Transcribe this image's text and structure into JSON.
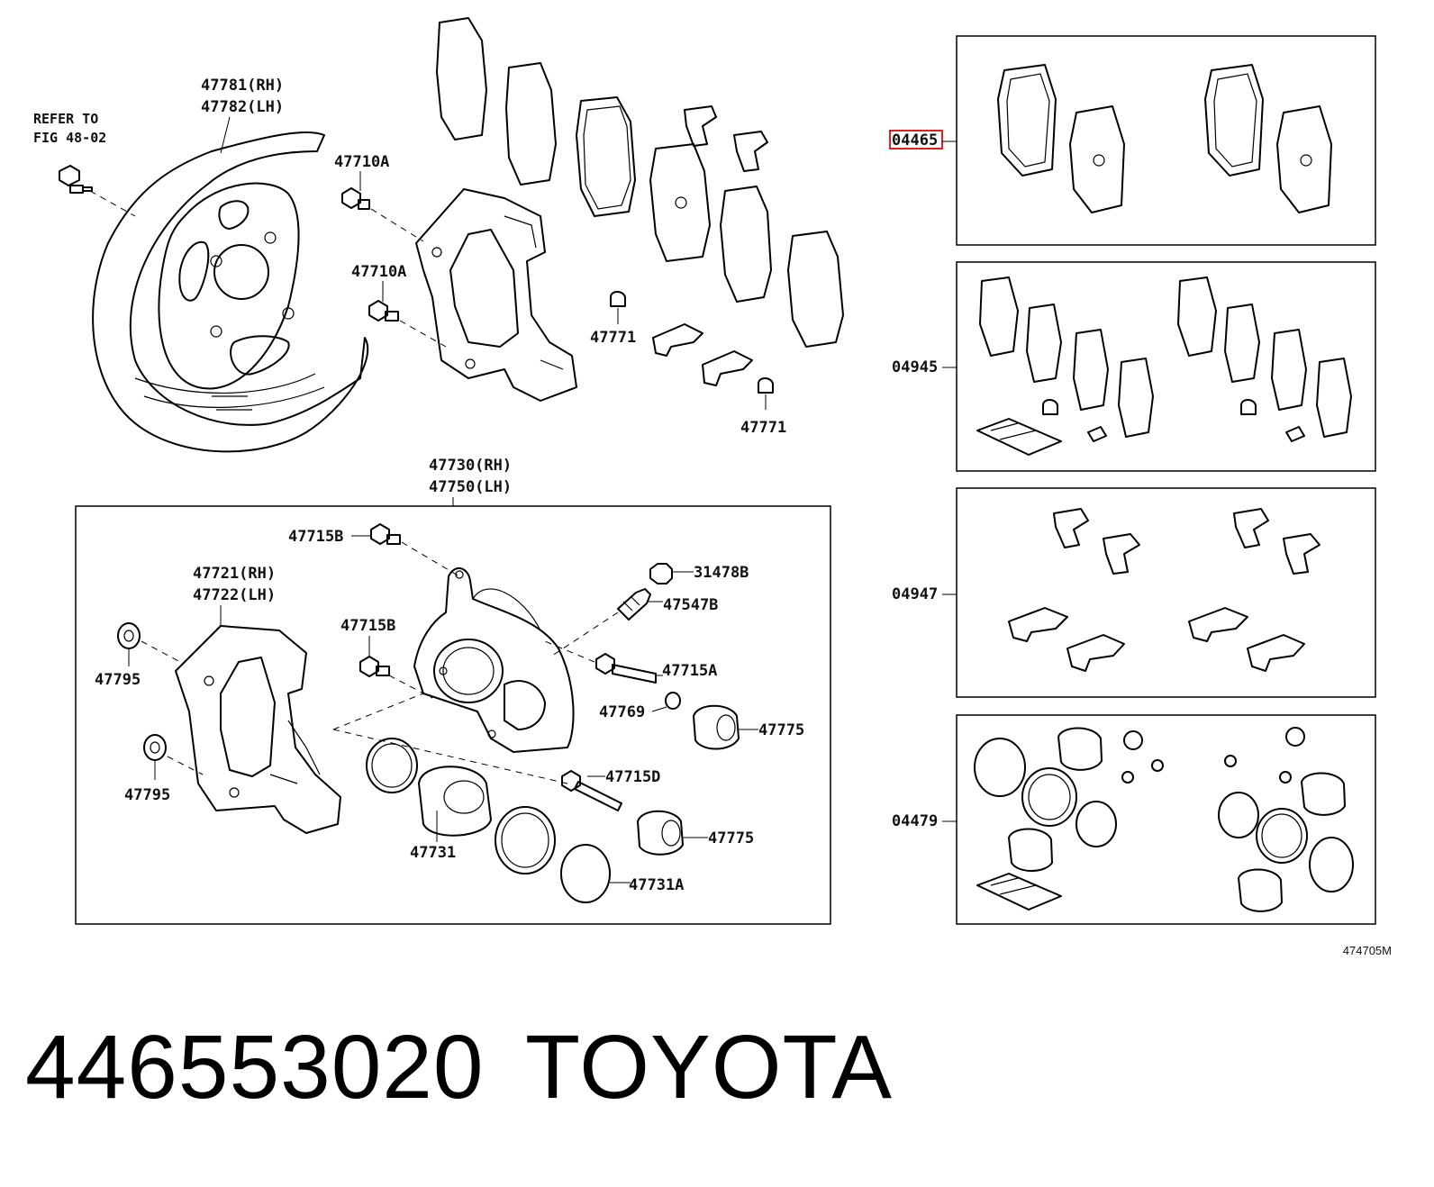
{
  "refer_note": [
    "REFER TO",
    "FIG 48-02"
  ],
  "labels": {
    "dust_cover": [
      "47781(RH)",
      "47782(LH)"
    ],
    "bolt_47710a_1": "47710A",
    "bolt_47710a_2": "47710A",
    "clip_47771_1": "47771",
    "clip_47771_2": "47771",
    "caliper_assy": [
      "47730(RH)",
      "47750(LH)"
    ],
    "bolt_47715b_top": "47715B",
    "bolt_47715b_mid": "47715B",
    "mounting": [
      "47721(RH)",
      "47722(LH)"
    ],
    "cap_31478b": "31478B",
    "bleeder_47547b": "47547B",
    "pin_47715a": "47715A",
    "bushing_47769": "47769",
    "boot_47775_1": "47775",
    "boot_47775_2": "47775",
    "pin_47715d": "47715D",
    "plate_47795_1": "47795",
    "plate_47795_2": "47795",
    "piston_47731": "47731",
    "ring_47731a": "47731A"
  },
  "kits": [
    {
      "code": "04465",
      "highlighted": true
    },
    {
      "code": "04945",
      "highlighted": false
    },
    {
      "code": "04947",
      "highlighted": false
    },
    {
      "code": "04479",
      "highlighted": false
    }
  ],
  "diagram_code": "474705M",
  "footer": {
    "part_number": "446553020",
    "brand": "TOYOTA"
  }
}
